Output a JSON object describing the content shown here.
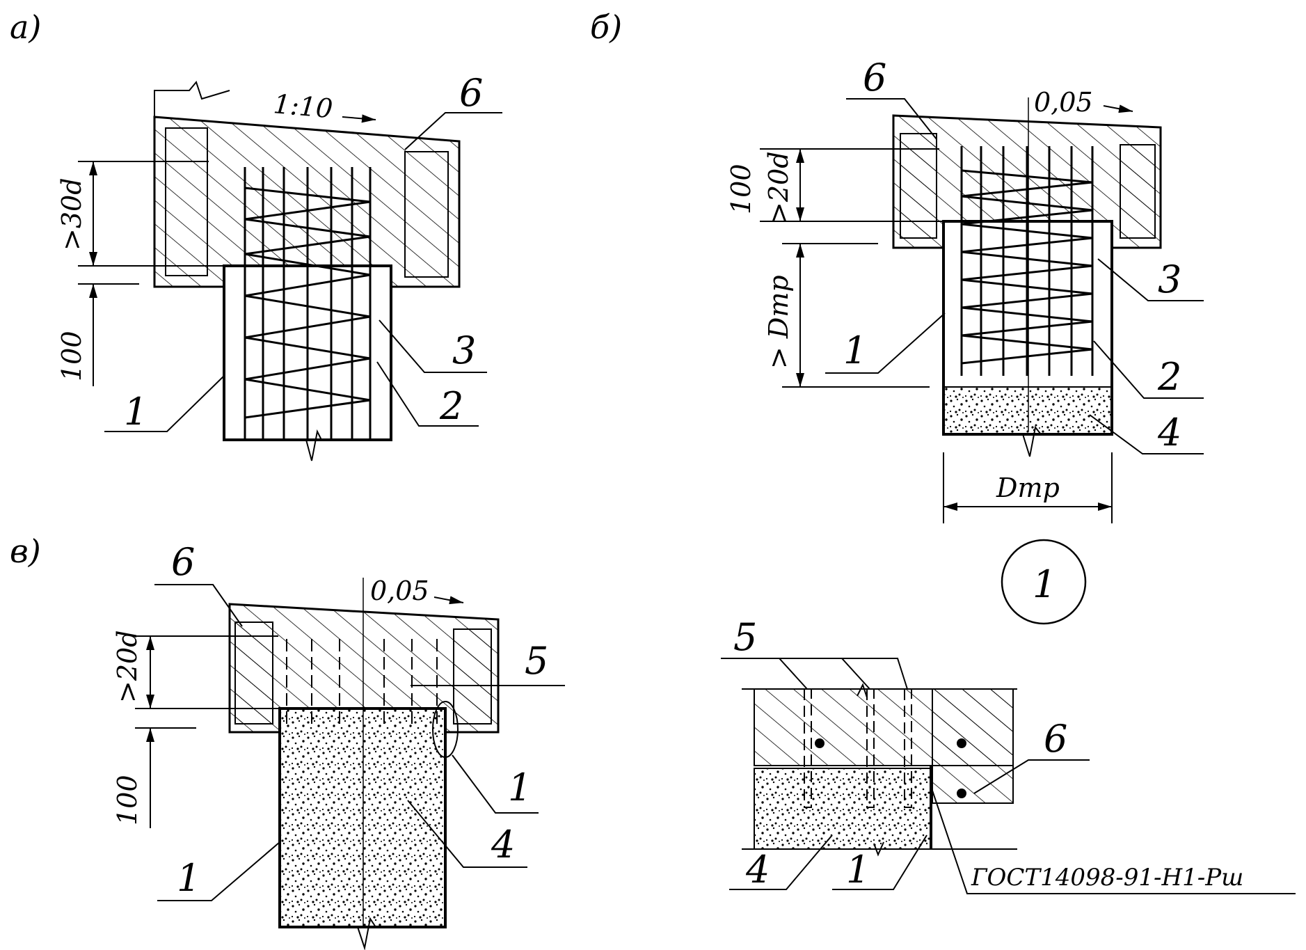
{
  "views": {
    "a": {
      "caption": "а)",
      "slope": "1:10",
      "dim_anchor": ">30d",
      "dim_top": "100",
      "callouts": {
        "n1": "1",
        "n2": "2",
        "n3": "3",
        "n6": "6"
      }
    },
    "b": {
      "caption": "б)",
      "slope": "0,05",
      "dim_top": "100",
      "dim_anchor": ">20d",
      "dim_embed": "> Dmp",
      "dim_width": "Dmp",
      "callouts": {
        "n1": "1",
        "n2": "2",
        "n3": "3",
        "n4": "4",
        "n6": "6"
      }
    },
    "c": {
      "caption": "в)",
      "slope": "0,05",
      "dim_anchor": ">20d",
      "dim_top": "100",
      "callouts": {
        "n1": "1",
        "n4": "4",
        "n5": "5",
        "n6": "6"
      }
    },
    "detail": {
      "marker": "1",
      "gost": "ГОСТ14098-91-Н1-Рш",
      "callouts": {
        "n1": "1",
        "n4": "4",
        "n5": "5",
        "n6": "6"
      }
    }
  }
}
